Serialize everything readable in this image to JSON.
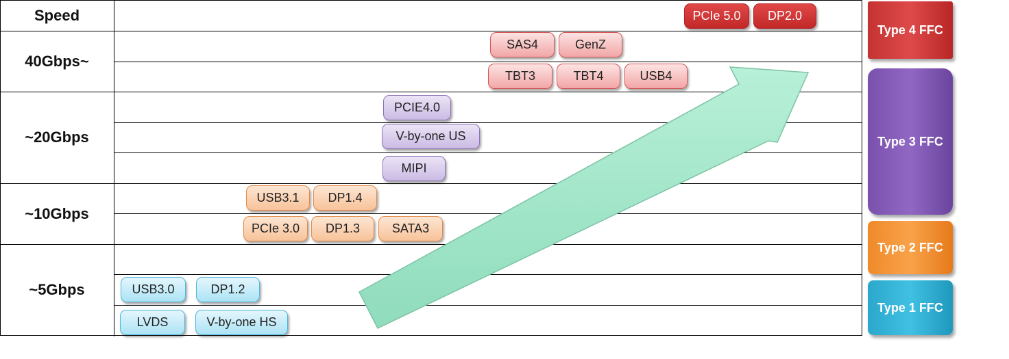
{
  "header": {
    "speed_label": "Speed"
  },
  "rows": [
    {
      "label": "40Gbps~"
    },
    {
      "label": "~20Gbps"
    },
    {
      "label": "~10Gbps"
    },
    {
      "label": "~5Gbps"
    }
  ],
  "interfaces": {
    "pcie50": "PCIe 5.0",
    "dp20": "DP2.0",
    "sas4": "SAS4",
    "genz": "GenZ",
    "tbt3": "TBT3",
    "tbt4": "TBT4",
    "usb4": "USB4",
    "pcie40": "PCIE4.0",
    "vbyone_us": "V-by-one US",
    "mipi": "MIPI",
    "usb31": "USB3.1",
    "dp14": "DP1.4",
    "pcie30": "PCIe 3.0",
    "dp13": "DP1.3",
    "sata3": "SATA3",
    "usb30": "USB3.0",
    "dp12": "DP1.2",
    "lvds": "LVDS",
    "vbyone_hs": "V-by-one HS"
  },
  "ffc_types": {
    "type4": "Type 4 FFC",
    "type3": "Type 3 FFC",
    "type2": "Type 2 FFC",
    "type1": "Type 1 FFC"
  },
  "colors": {
    "red": "#d64545",
    "purple": "#8460b8",
    "orange": "#f39233",
    "blue": "#34b6da",
    "arrow_fill": "#9fe8c8"
  }
}
